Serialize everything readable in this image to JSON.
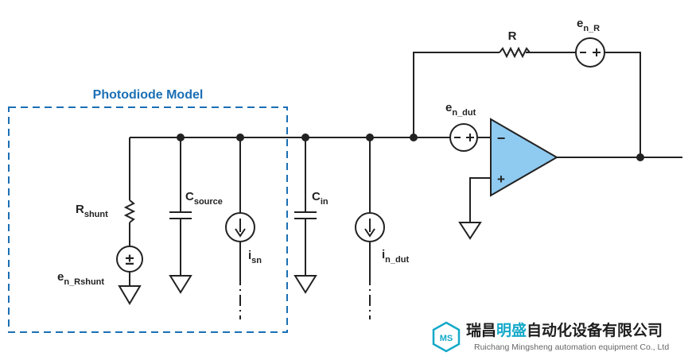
{
  "diagram": {
    "model_title": "Photodiode Model",
    "labels": {
      "R_feedback": "R",
      "en_R_base": "e",
      "en_R_sub": "n_R",
      "en_dut_base": "e",
      "en_dut_sub": "n_dut",
      "Rshunt_base": "R",
      "Rshunt_sub": "shunt",
      "en_Rshunt_base": "e",
      "en_Rshunt_sub": "n_Rshunt",
      "Csource_base": "C",
      "Csource_sub": "source",
      "isn_base": "i",
      "isn_sub": "sn",
      "Cin_base": "C",
      "Cin_sub": "in",
      "in_dut_base": "i",
      "in_dut_sub": "n_dut"
    },
    "symbols": {
      "minus": "−",
      "plus": "+",
      "plus_minus": "±"
    },
    "colors": {
      "model_box": "#1a6fb5",
      "opamp_fill": "#8fcaf0",
      "wire": "#222222"
    }
  },
  "watermark": {
    "name_cn_1": "瑞昌",
    "name_cn_2": "明盛",
    "name_cn_3": "自动化设备有限公司",
    "name_en": "Ruichang Mingsheng automation equipment Co., Ltd",
    "logo_letters": "MS"
  }
}
